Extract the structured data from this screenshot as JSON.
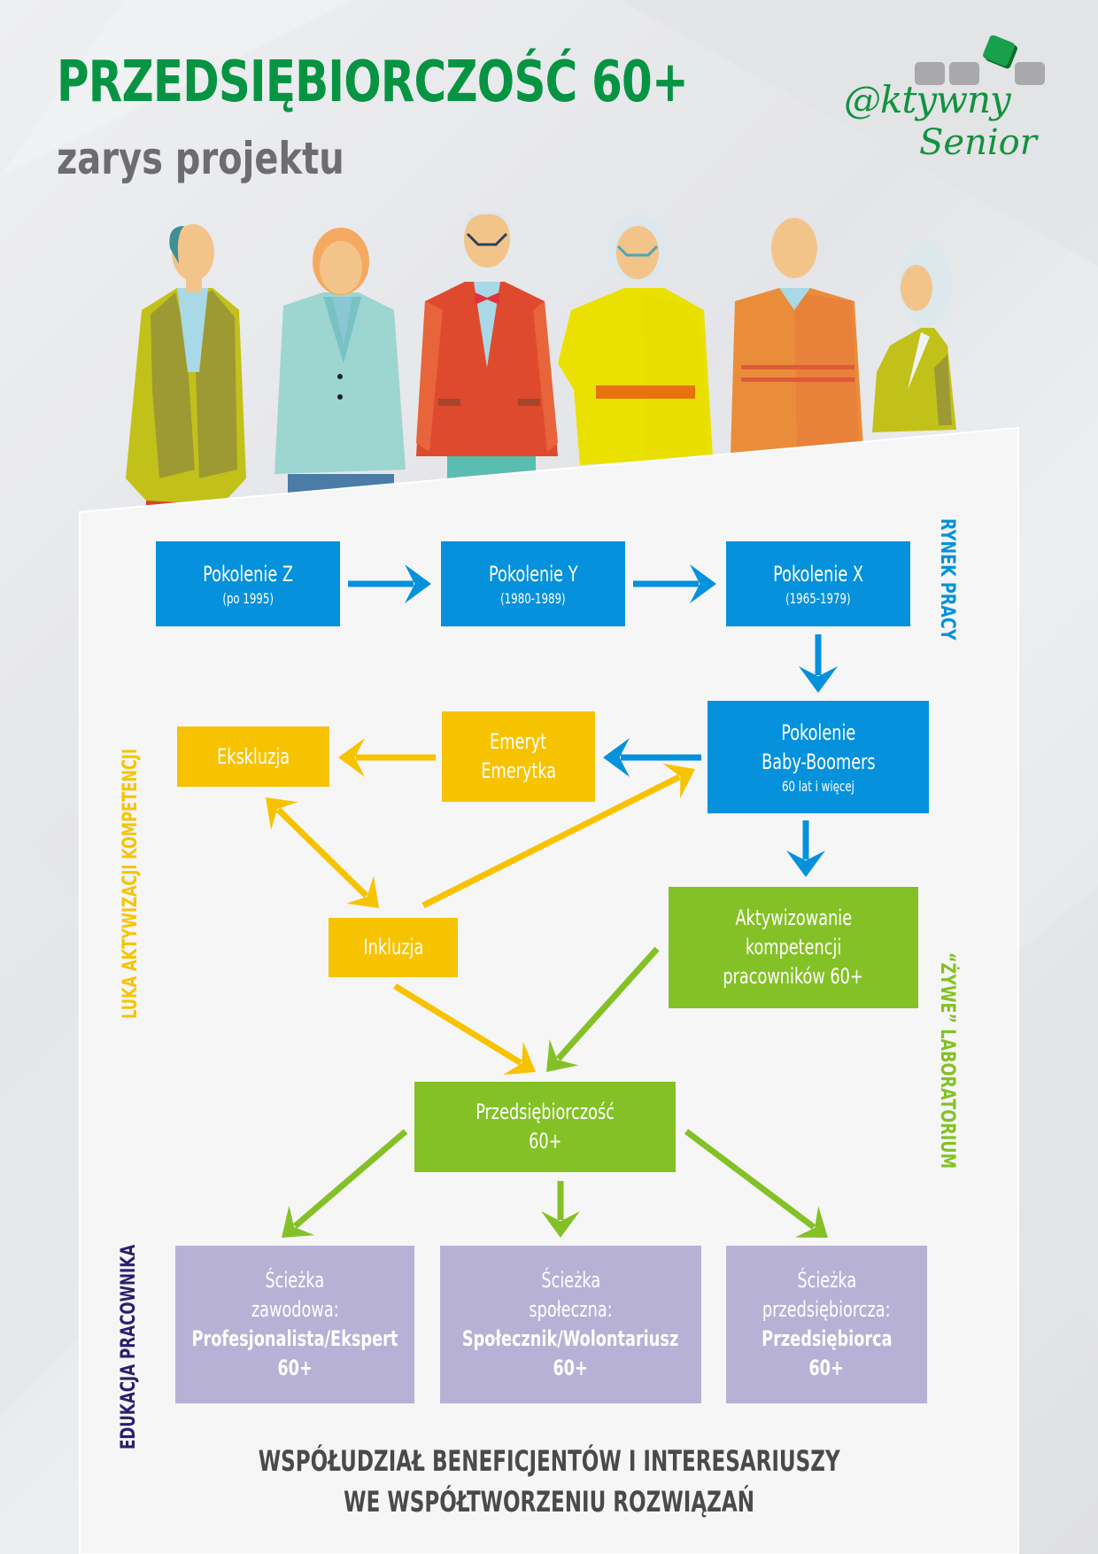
{
  "header": {
    "title": "PRZEDSIĘBIORCZOŚĆ 60+",
    "subtitle": "zarys projektu"
  },
  "logo": {
    "line1": "@ktywny",
    "line2": "Senior",
    "icon": "tiles-icon",
    "colors": {
      "green": "#13923e",
      "gray": "#a9a9ab"
    }
  },
  "illustration": {
    "description": "six senior people figures",
    "people": [
      "man-olive-cardigan",
      "woman-teal-blazer",
      "man-red-jacket-bowtie",
      "woman-yellow-dress",
      "man-orange-sweater",
      "woman-olive-blazer"
    ]
  },
  "side_labels": {
    "right_top": "RYNEK PRACY",
    "left_middle": "LUKA AKTYWIZACJI KOMPETENCJI",
    "right_bottom": "“ŻYWE” LABORATORIUM",
    "left_bottom": "EDUKACJA PRACOWNIKA"
  },
  "nodes": {
    "gen_z": {
      "title": "Pokolenie Z",
      "sub": "(po 1995)"
    },
    "gen_y": {
      "title": "Pokolenie Y",
      "sub": "(1980-1989)"
    },
    "gen_x": {
      "title": "Pokolenie X",
      "sub": "(1965-1979)"
    },
    "boomers": {
      "line1": "Pokolenie",
      "line2": "Baby-Boomers",
      "sub": "60 lat i więcej"
    },
    "retiree": {
      "line1": "Emeryt",
      "line2": "Emerytka"
    },
    "exclusion": {
      "title": "Ekskluzja"
    },
    "inclusion": {
      "title": "Inkluzja"
    },
    "activation": {
      "line1": "Aktywizowanie",
      "line2": "kompetencji",
      "line3": "pracowników 60+"
    },
    "entrepreneurship": {
      "line1": "Przedsiębiorczość",
      "line2": "60+"
    },
    "path_professional": {
      "line1": "Ścieżka",
      "line2": "zawodowa:",
      "line3": "Profesjonalista/Ekspert",
      "line4": "60+"
    },
    "path_social": {
      "line1": "Ścieżka",
      "line2": "społeczna:",
      "line3": "Społecznik/Wolontariusz",
      "line4": "60+"
    },
    "path_entrepreneur": {
      "line1": "Ścieżka",
      "line2": "przedsiębiorcza:",
      "line3": "Przedsiębiorca",
      "line4": "60+"
    }
  },
  "edges": [
    {
      "from": "gen_z",
      "to": "gen_y",
      "color": "blue"
    },
    {
      "from": "gen_y",
      "to": "gen_x",
      "color": "blue"
    },
    {
      "from": "gen_x",
      "to": "boomers",
      "color": "blue"
    },
    {
      "from": "boomers",
      "to": "retiree",
      "color": "blue"
    },
    {
      "from": "retiree",
      "to": "exclusion",
      "color": "yellow"
    },
    {
      "from": "exclusion",
      "to": "inclusion",
      "color": "yellow",
      "bidirectional": true
    },
    {
      "from": "inclusion",
      "to": "boomers",
      "color": "yellow"
    },
    {
      "from": "inclusion",
      "to": "entrepreneurship",
      "color": "yellow"
    },
    {
      "from": "boomers",
      "to": "activation",
      "color": "blue"
    },
    {
      "from": "activation",
      "to": "entrepreneurship",
      "color": "green"
    },
    {
      "from": "entrepreneurship",
      "to": "path_professional",
      "color": "green"
    },
    {
      "from": "entrepreneurship",
      "to": "path_social",
      "color": "green"
    },
    {
      "from": "entrepreneurship",
      "to": "path_entrepreneur",
      "color": "green"
    }
  ],
  "colors": {
    "blue": "#0591dc",
    "yellow": "#f7c301",
    "green": "#84c126",
    "lilac": "#b8b1d6",
    "title_green": "#069443",
    "navy": "#2a1e6e",
    "footer_gray": "#4a4a4c"
  },
  "footer": {
    "line1": "WSPÓŁUDZIAŁ BENEFICJENTÓW I INTERESARIUSZY",
    "line2": "WE WSPÓŁTWORZENIU ROZWIĄZAŃ"
  }
}
